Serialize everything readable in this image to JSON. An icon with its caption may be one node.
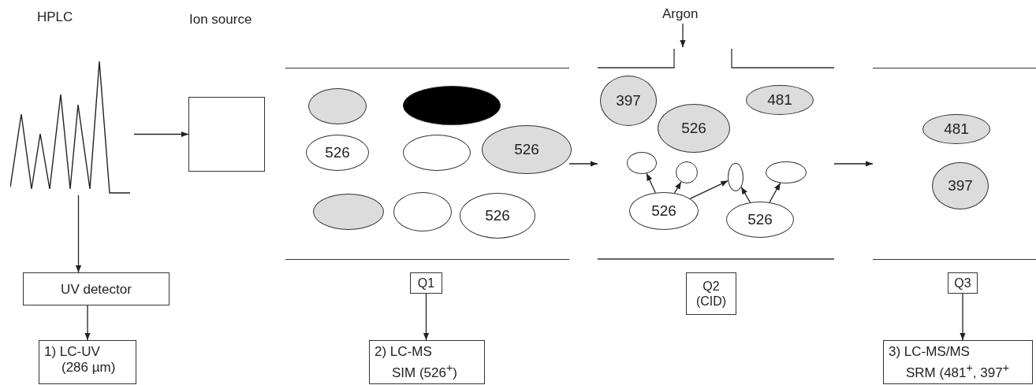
{
  "diagram": {
    "nodes": [
      {
        "text": [
          "HPLC"
        ]
      },
      {
        "text": [],
        "shape": "box"
      },
      {
        "text": [
          "Argon"
        ]
      },
      {
        "text": [],
        "shape": "band"
      },
      {
        "text": [],
        "shape": "ellipse",
        "in": 3
      },
      {
        "text": [],
        "shape": "ellipse",
        "in": 3
      },
      {
        "text": [
          "526"
        ],
        "in": 3
      },
      {
        "text": [],
        "shape": "ellipse",
        "in": 3
      },
      {
        "text": [
          "526"
        ],
        "in": 3
      },
      {
        "text": [],
        "shape": "ellipse",
        "in": 3
      },
      {
        "text": [],
        "shape": "ellipse",
        "in": 3
      },
      {
        "text": [
          "526"
        ],
        "in": 3
      },
      {
        "text": [],
        "shape": "band"
      },
      {
        "text": [
          "397"
        ],
        "in": 12
      },
      {
        "text": [
          "526"
        ],
        "in": 12
      },
      {
        "text": [
          "481"
        ],
        "in": 12
      },
      {
        "text": [],
        "shape": "ellipse",
        "in": 12
      },
      {
        "text": [],
        "shape": "circle",
        "in": 12
      },
      {
        "text": [],
        "shape": "ellipse",
        "in": 12
      },
      {
        "text": [],
        "shape": "ellipse",
        "in": 12
      },
      {
        "text": [
          "526"
        ],
        "in": 12
      },
      {
        "text": [
          "526"
        ],
        "in": 12
      },
      {
        "text": [],
        "shape": "band"
      },
      {
        "text": [
          "481"
        ],
        "in": 22
      },
      {
        "text": [
          "397"
        ],
        "in": 22
      },
      {
        "text": [
          "UV detector"
        ]
      },
      {
        "text": [
          "Q1"
        ]
      },
      {
        "text": [
          "Q2 (CID)"
        ]
      },
      {
        "text": [
          "Q3"
        ]
      },
      {
        "text": [
          "1) LC-UV (286 µm)"
        ]
      },
      {
        "text": [
          "2) LC-MS SIM (526$^{+}$)"
        ]
      },
      {
        "text": [
          "3) LC-MS/MS SRM (481$^{+}$, 397$^{+}$"
        ]
      }
    ],
    "edges": [
      {
        "from": 0,
        "to": 1,
        "arrow": "to"
      },
      {
        "from": 0,
        "to": 25,
        "arrow": "to"
      },
      {
        "from": 25,
        "to": 29,
        "arrow": "to"
      },
      {
        "from": 2,
        "to": 12,
        "arrow": "to"
      },
      {
        "from": 3,
        "to": 12,
        "arrow": "to"
      },
      {
        "from": 12,
        "to": 22,
        "arrow": "to"
      },
      {
        "from": 20,
        "to": 16,
        "arrow": "to"
      },
      {
        "from": 20,
        "to": 17,
        "arrow": "to"
      },
      {
        "from": 20,
        "to": 18,
        "arrow": "to"
      },
      {
        "from": 21,
        "to": 18,
        "arrow": "to"
      },
      {
        "from": 21,
        "to": 19,
        "arrow": "to"
      },
      {
        "from": 26,
        "to": 30,
        "arrow": "to"
      },
      {
        "from": 28,
        "to": 31,
        "arrow": "to"
      }
    ],
    "labels": [
      "Ion source"
    ]
  }
}
